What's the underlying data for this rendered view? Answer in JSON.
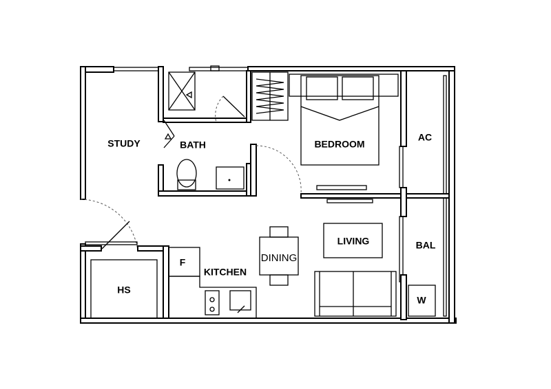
{
  "plan": {
    "rooms": {
      "study": "STUDY",
      "bath": "BATH",
      "bedroom": "BEDROOM",
      "ac": "AC",
      "living": "LIVING",
      "bal": "BAL",
      "dining": "DINING",
      "fridge": "F",
      "kitchen": "KITCHEN",
      "hs": "HS",
      "washer": "W"
    }
  }
}
